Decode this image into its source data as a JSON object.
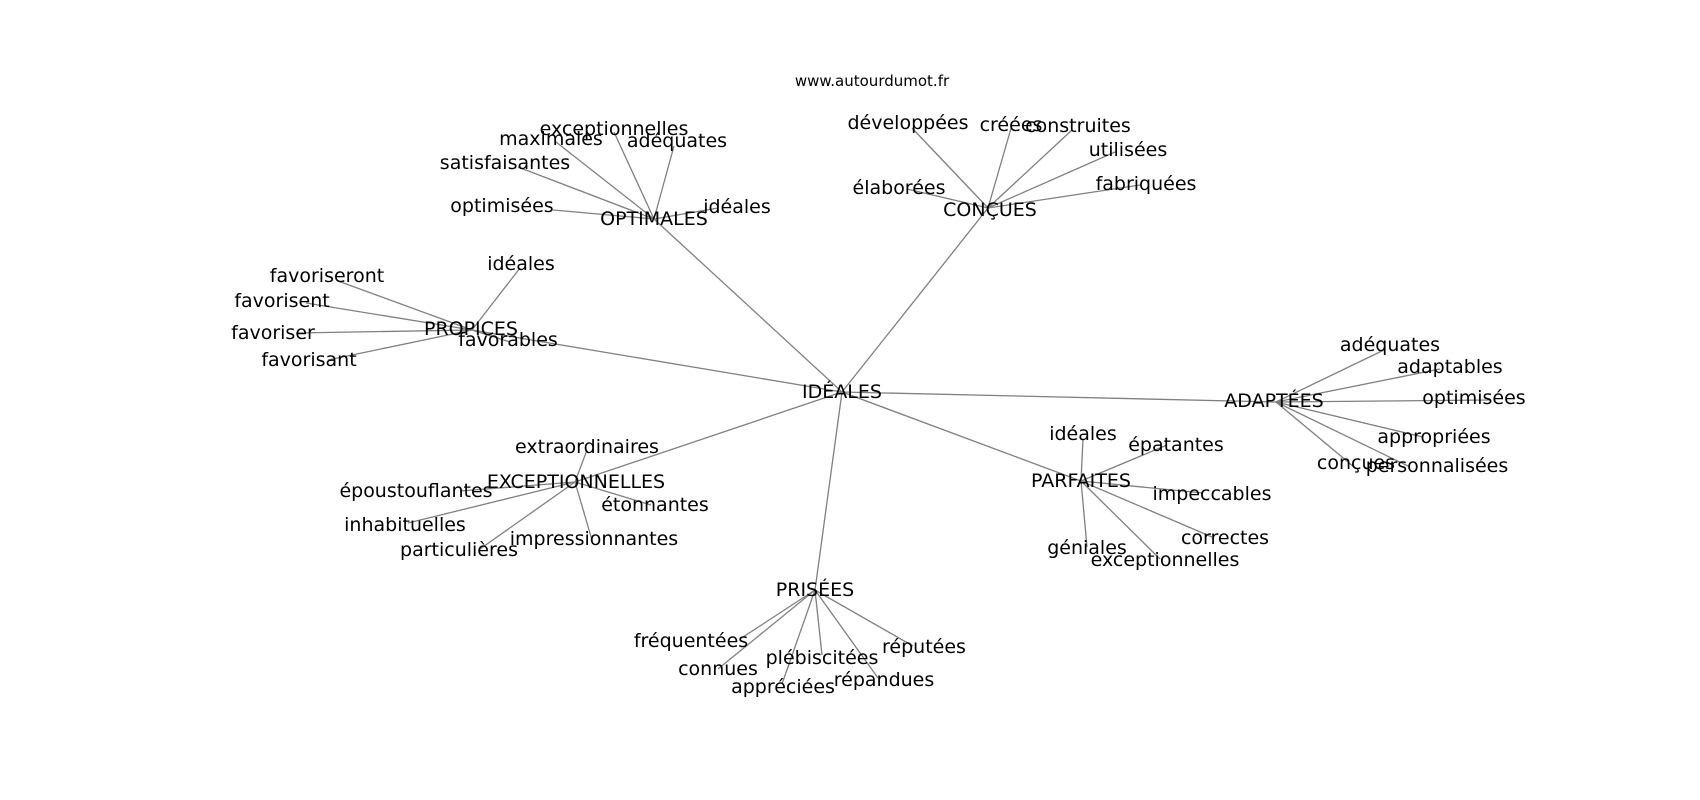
{
  "site_label": "www.autourdumot.fr",
  "graph": {
    "center": "IDÉALES",
    "groups": [
      {
        "hub": "OPTIMALES",
        "leaves": [
          "exceptionnelles",
          "maximales",
          "adéquates",
          "satisfaisantes",
          "optimisées",
          "idéales"
        ]
      },
      {
        "hub": "CONÇUES",
        "leaves": [
          "développées",
          "créées",
          "construites",
          "utilisées",
          "élaborées",
          "fabriquées"
        ]
      },
      {
        "hub": "PROPICES",
        "leaves": [
          "idéales",
          "favoriseront",
          "favorisent",
          "favoriser",
          "favorisant",
          "favorables"
        ]
      },
      {
        "hub": "ADAPTÉES",
        "leaves": [
          "adéquates",
          "adaptables",
          "optimisées",
          "appropriées",
          "conçues",
          "personnalisées"
        ]
      },
      {
        "hub": "EXCEPTIONNELLES",
        "leaves": [
          "extraordinaires",
          "époustouflantes",
          "étonnantes",
          "inhabituelles",
          "particulières",
          "impressionnantes"
        ]
      },
      {
        "hub": "PARFAITES",
        "leaves": [
          "idéales",
          "épatantes",
          "impeccables",
          "correctes",
          "géniales",
          "exceptionnelles"
        ]
      },
      {
        "hub": "PRISÉES",
        "leaves": [
          "fréquentées",
          "connues",
          "plébiscitées",
          "réputées",
          "appréciées",
          "répandues"
        ]
      }
    ]
  }
}
